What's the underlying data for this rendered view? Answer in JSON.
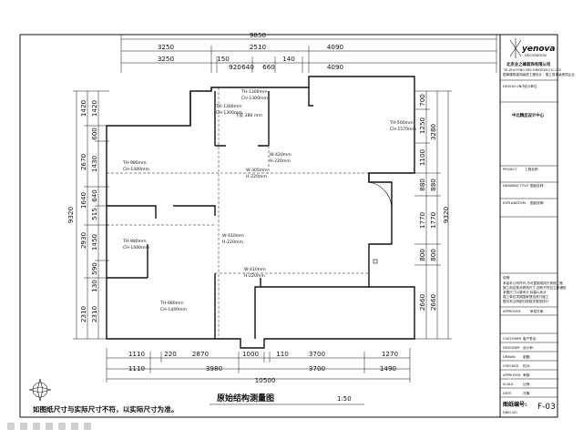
{
  "dimensions": {
    "top_total": "9850",
    "top_row1": [
      "3250",
      "2510",
      "4090"
    ],
    "top_row2": [
      "3250",
      "150",
      "920",
      "640",
      "660",
      "140",
      "4090"
    ],
    "bottom_total": "10500",
    "bottom_row1": [
      "1110",
      "220",
      "2870",
      "1000",
      "110",
      "3700",
      "1270"
    ],
    "bottom_row2": [
      "1110",
      "3980",
      "3700",
      "1490"
    ],
    "left_total": "9320",
    "left_row1": [
      "1420",
      "600",
      "1430",
      "640",
      "515",
      "1450",
      "590",
      "130",
      "2310"
    ],
    "left_row2": [
      "1420",
      "2670",
      "1640",
      "2930",
      "2310"
    ],
    "right_total": "9320",
    "right_row1": [
      "700",
      "1250",
      "1100",
      "880",
      "1770",
      "800",
      "2660"
    ],
    "right_row2": [
      "3280",
      "880",
      "1770",
      "800",
      "2660"
    ]
  },
  "rooms": [
    {
      "id": "r1",
      "lines": [
        "TH-1300mm",
        "CH-1300mm"
      ]
    },
    {
      "id": "r2",
      "lines": [
        "TH-1300mm",
        "CH-1300mm"
      ]
    },
    {
      "id": "r3",
      "lines": [
        "下反 380 mm"
      ]
    },
    {
      "id": "r4",
      "lines": [
        "TH-500mm",
        "CH-1570mm"
      ]
    },
    {
      "id": "r5",
      "lines": [
        "TH-980mm",
        "CH-1440mm"
      ]
    },
    {
      "id": "r6",
      "lines": [
        "W-420mm",
        "H-220mm"
      ]
    },
    {
      "id": "r7",
      "lines": [
        "W-305mm",
        "H-220mm"
      ]
    },
    {
      "id": "r8",
      "lines": [
        "TH-980mm",
        "CH-1440mm"
      ]
    },
    {
      "id": "r9",
      "lines": [
        "W-410mm",
        "H-220mm"
      ]
    },
    {
      "id": "r10",
      "lines": [
        "W-410mm",
        "H-220mm"
      ]
    },
    {
      "id": "r11",
      "lines": [
        "TH-980mm",
        "CH-1440mm"
      ]
    }
  ],
  "drawing": {
    "title": "原始结构测量图",
    "scale": "1:50",
    "note": "如图纸尺寸与实际尺寸不符，以实际尺寸为准。"
  },
  "title_block": {
    "brand": "yenova",
    "brand_sub": "DECORATION",
    "company": "北京业之峰装饰有限公司",
    "company_en": "YE-ZHI-FENG DECORATION CO.,LTD",
    "company_desc": "国家建筑装饰装修工程设计、施工双甲级资质企业",
    "date_label": "DESIGN UNIT",
    "unit_label": "设计单位:",
    "design_center": "中北精品设计中心",
    "project_label": "PROJECT",
    "project_value": "工程名称:",
    "drawing_title_label": "DRAWING TITLE",
    "drawing_title_value": "图纸名称:",
    "explanation_label": "EXPLANATION",
    "explanation_value": "图纸说明:",
    "notes_title": "说明:",
    "notes": [
      "未经本公司许可,不可复制或用于其他工程",
      "施工前应核对现场尺寸,如有不符应立即通知",
      "本图尺寸以毫米计,标高以米计",
      "施工单位须按国家规范进行施工",
      "图中未注明部分按相关规范执行"
    ],
    "drawing_no_label": "图纸编号:",
    "sheet": "F-03",
    "rows": [
      {
        "en": "CUSTOMER",
        "zh": "客户签名:"
      },
      {
        "en": "DESIGNER",
        "zh": "设计师:"
      },
      {
        "en": "DRAWN",
        "zh": "制图:"
      },
      {
        "en": "CHECKED",
        "zh": "校对:"
      },
      {
        "en": "APPROVED",
        "zh": "审核:"
      },
      {
        "en": "SCALE",
        "zh": "比例:"
      },
      {
        "en": "DATE",
        "zh": "日期:"
      }
    ],
    "dwg_label": "DWG NO",
    "approval_label": "APPROVED",
    "approval_value": "审批方案"
  }
}
